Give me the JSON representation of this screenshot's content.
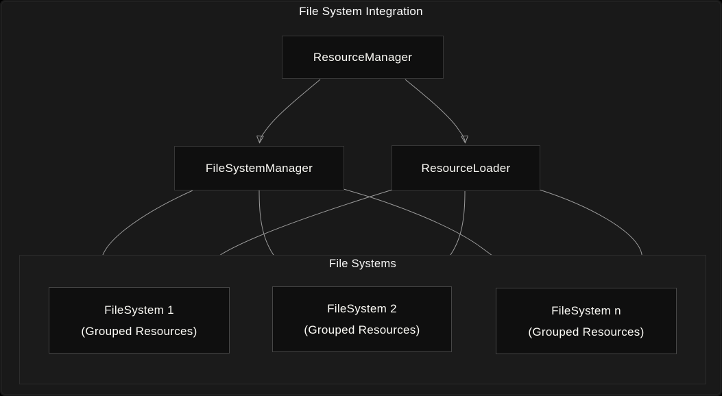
{
  "diagram": {
    "title": "File System Integration",
    "cluster": {
      "label": "File Systems"
    },
    "nodes": {
      "resource_manager": {
        "label": "ResourceManager"
      },
      "file_system_manager": {
        "label": "FileSystemManager"
      },
      "resource_loader": {
        "label": "ResourceLoader"
      },
      "filesystem_1": {
        "line1": "FileSystem 1",
        "line2": "(Grouped Resources)"
      },
      "filesystem_2": {
        "line1": "FileSystem 2",
        "line2": "(Grouped Resources)"
      },
      "filesystem_n": {
        "line1": "FileSystem n",
        "line2": "(Grouped Resources)"
      }
    },
    "edges": [
      {
        "from": "ResourceManager",
        "to": "FileSystemManager"
      },
      {
        "from": "ResourceManager",
        "to": "ResourceLoader"
      },
      {
        "from": "FileSystemManager",
        "to": "FileSystem 1"
      },
      {
        "from": "FileSystemManager",
        "to": "FileSystem 2"
      },
      {
        "from": "FileSystemManager",
        "to": "FileSystem n"
      },
      {
        "from": "ResourceLoader",
        "to": "FileSystem 1"
      },
      {
        "from": "ResourceLoader",
        "to": "FileSystem 2"
      },
      {
        "from": "ResourceLoader",
        "to": "FileSystem n"
      }
    ],
    "colors": {
      "background": "#191919",
      "node_fill": "#0f0f0f",
      "node_border": "#373737",
      "filesystem_node_border": "#464646",
      "cluster_border": "#2d2d2d",
      "edge_line": "#9c9c9c",
      "arrowhead": "#8c8c8c",
      "text": "#ffffff"
    }
  }
}
